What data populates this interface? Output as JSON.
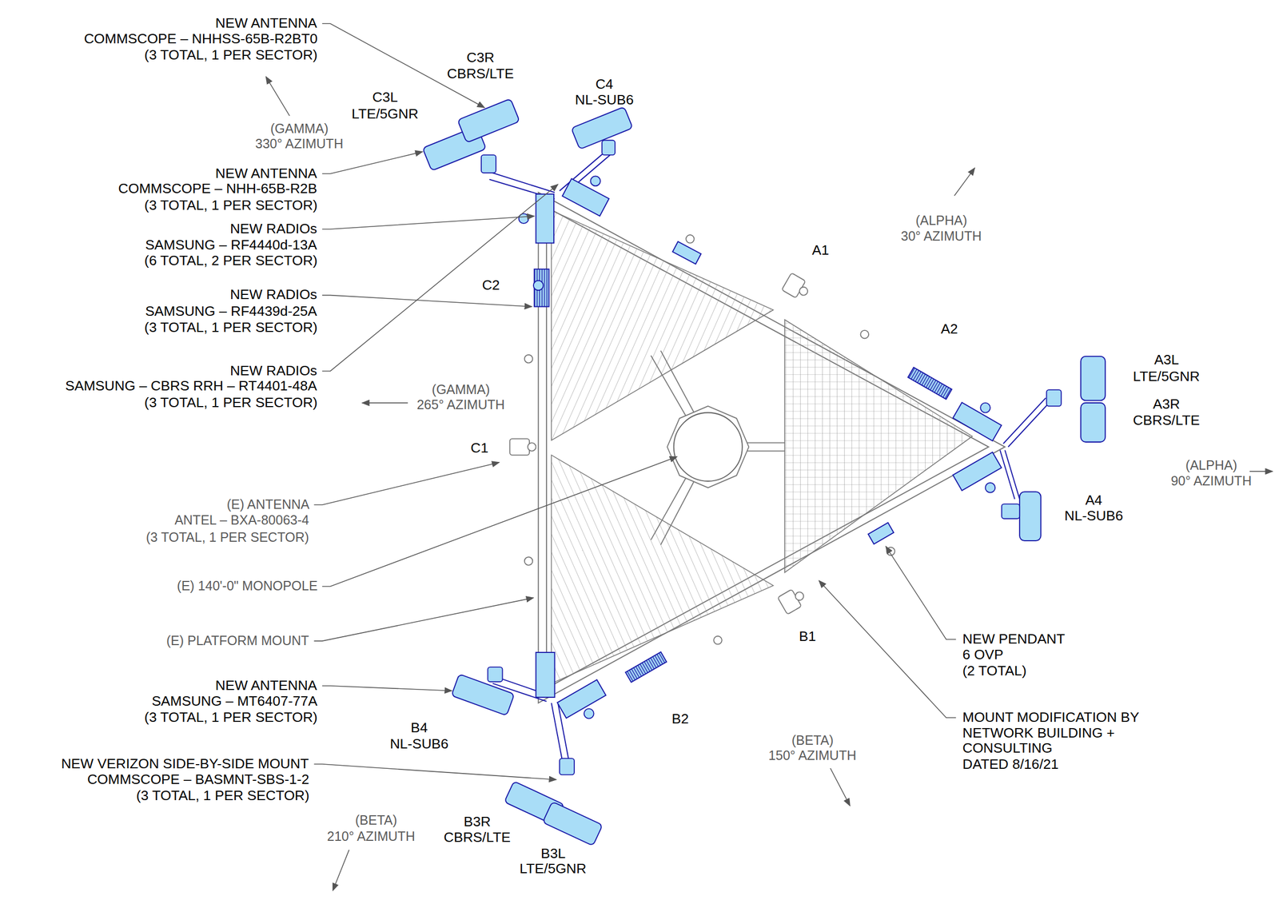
{
  "diagram": {
    "labels": [
      "NEW ANTENNA",
      "COMMSCOPE – NHHSS-65B-R2BT0",
      "(3 TOTAL, 1 PER SECTOR)",
      "C3R",
      "CBRS/LTE",
      "C3L",
      "LTE/5GNR",
      "C4",
      "NL-SUB6",
      "(GAMMA)",
      "330° AZIMUTH",
      "NEW ANTENNA",
      "COMMSCOPE – NHH-65B-R2B",
      "(3 TOTAL, 1 PER SECTOR)",
      "NEW RADIOs",
      "SAMSUNG – RF4440d-13A",
      "(6 TOTAL, 2 PER SECTOR)",
      "NEW RADIOs",
      "SAMSUNG – RF4439d-25A",
      "(3 TOTAL, 1 PER SECTOR)",
      "NEW RADIOs",
      "SAMSUNG – CBRS RRH – RT4401-48A",
      "(3 TOTAL, 1 PER SECTOR)",
      "C2",
      "(GAMMA)",
      "265° AZIMUTH",
      "C1",
      "(E) ANTENNA",
      "ANTEL – BXA-80063-4",
      "(3 TOTAL, 1 PER SECTOR)",
      "(E) 140'-0\" MONOPOLE",
      "(E) PLATFORM MOUNT",
      "NEW ANTENNA",
      "SAMSUNG – MT6407-77A",
      "(3 TOTAL, 1 PER SECTOR)",
      "B4",
      "NL-SUB6",
      "NEW VERIZON SIDE-BY-SIDE MOUNT",
      "COMMSCOPE – BASMNT-SBS-1-2",
      "(3 TOTAL, 1 PER SECTOR)",
      "(BETA)",
      "210° AZIMUTH",
      "B3R",
      "CBRS/LTE",
      "B3L",
      "LTE/5GNR",
      "B2",
      "B1",
      "(BETA)",
      "150° AZIMUTH",
      "A1",
      "A2",
      "(ALPHA)",
      "30° AZIMUTH",
      "A3L",
      "LTE/5GNR",
      "A3R",
      "CBRS/LTE",
      "(ALPHA)",
      "90° AZIMUTH",
      "A4",
      "NL-SUB6",
      "NEW PENDANT",
      "6 OVP",
      "(2 TOTAL)",
      "MOUNT MODIFICATION BY",
      "NETWORK BUILDING +",
      "CONSULTING",
      "DATED 8/16/21"
    ]
  }
}
